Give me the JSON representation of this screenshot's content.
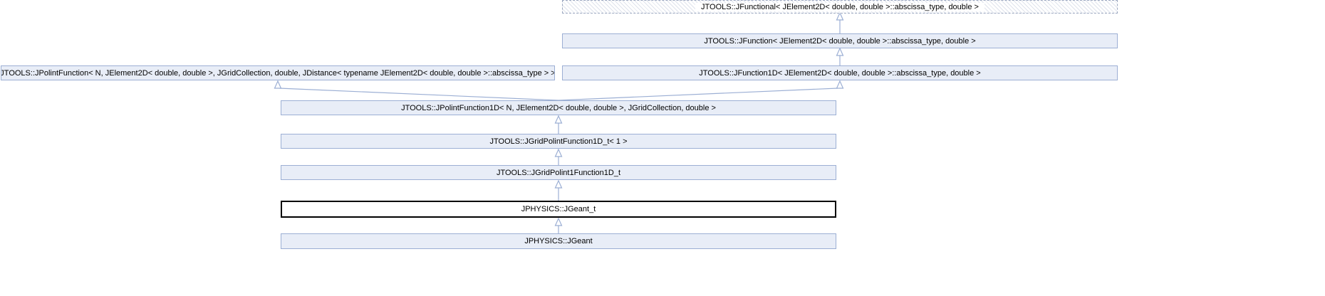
{
  "diagram": {
    "type": "class-inheritance-diagram",
    "nodes": [
      {
        "id": "jfunctional",
        "label": "JTOOLS::JFunctional< JElement2D< double, double >::abscissa_type, double >",
        "style": "dashed-hatched"
      },
      {
        "id": "jfunction",
        "label": "JTOOLS::JFunction< JElement2D< double, double >::abscissa_type, double >",
        "style": "normal"
      },
      {
        "id": "jpolintfunction",
        "label": "JTOOLS::JPolintFunction< N, JElement2D< double, double >, JGridCollection, double, JDistance< typename JElement2D< double, double >::abscissa_type > >",
        "style": "normal"
      },
      {
        "id": "jfunction1d",
        "label": "JTOOLS::JFunction1D< JElement2D< double, double >::abscissa_type, double >",
        "style": "normal"
      },
      {
        "id": "jpolintfunction1d",
        "label": "JTOOLS::JPolintFunction1D< N, JElement2D< double, double >, JGridCollection, double >",
        "style": "normal"
      },
      {
        "id": "jgridpolintfunction1d_t",
        "label": "JTOOLS::JGridPolintFunction1D_t< 1 >",
        "style": "normal"
      },
      {
        "id": "jgridpolint1function1d_t",
        "label": "JTOOLS::JGridPolint1Function1D_t",
        "style": "normal"
      },
      {
        "id": "jgeant_t",
        "label": "JPHYSICS::JGeant_t",
        "style": "current"
      },
      {
        "id": "jgeant",
        "label": "JPHYSICS::JGeant",
        "style": "normal"
      }
    ],
    "edges": [
      {
        "from": "jfunction",
        "to": "jfunctional",
        "type": "inheritance"
      },
      {
        "from": "jfunction1d",
        "to": "jfunction",
        "type": "inheritance"
      },
      {
        "from": "jpolintfunction1d",
        "to": "jpolintfunction",
        "type": "inheritance"
      },
      {
        "from": "jpolintfunction1d",
        "to": "jfunction1d",
        "type": "inheritance"
      },
      {
        "from": "jgridpolintfunction1d_t",
        "to": "jpolintfunction1d",
        "type": "inheritance"
      },
      {
        "from": "jgridpolint1function1d_t",
        "to": "jgridpolintfunction1d_t",
        "type": "inheritance"
      },
      {
        "from": "jgeant_t",
        "to": "jgridpolint1function1d_t",
        "type": "inheritance"
      },
      {
        "from": "jgeant",
        "to": "jgeant_t",
        "type": "inheritance"
      }
    ],
    "colors": {
      "node_fill": "#E8EDF7",
      "node_border": "#9CAFD4",
      "edge": "#9CAFD4",
      "arrowhead_fill": "#FFFFFF",
      "current_node_border": "#000000",
      "current_node_fill": "#FFFFFF",
      "background": "#FFFFFF"
    }
  }
}
